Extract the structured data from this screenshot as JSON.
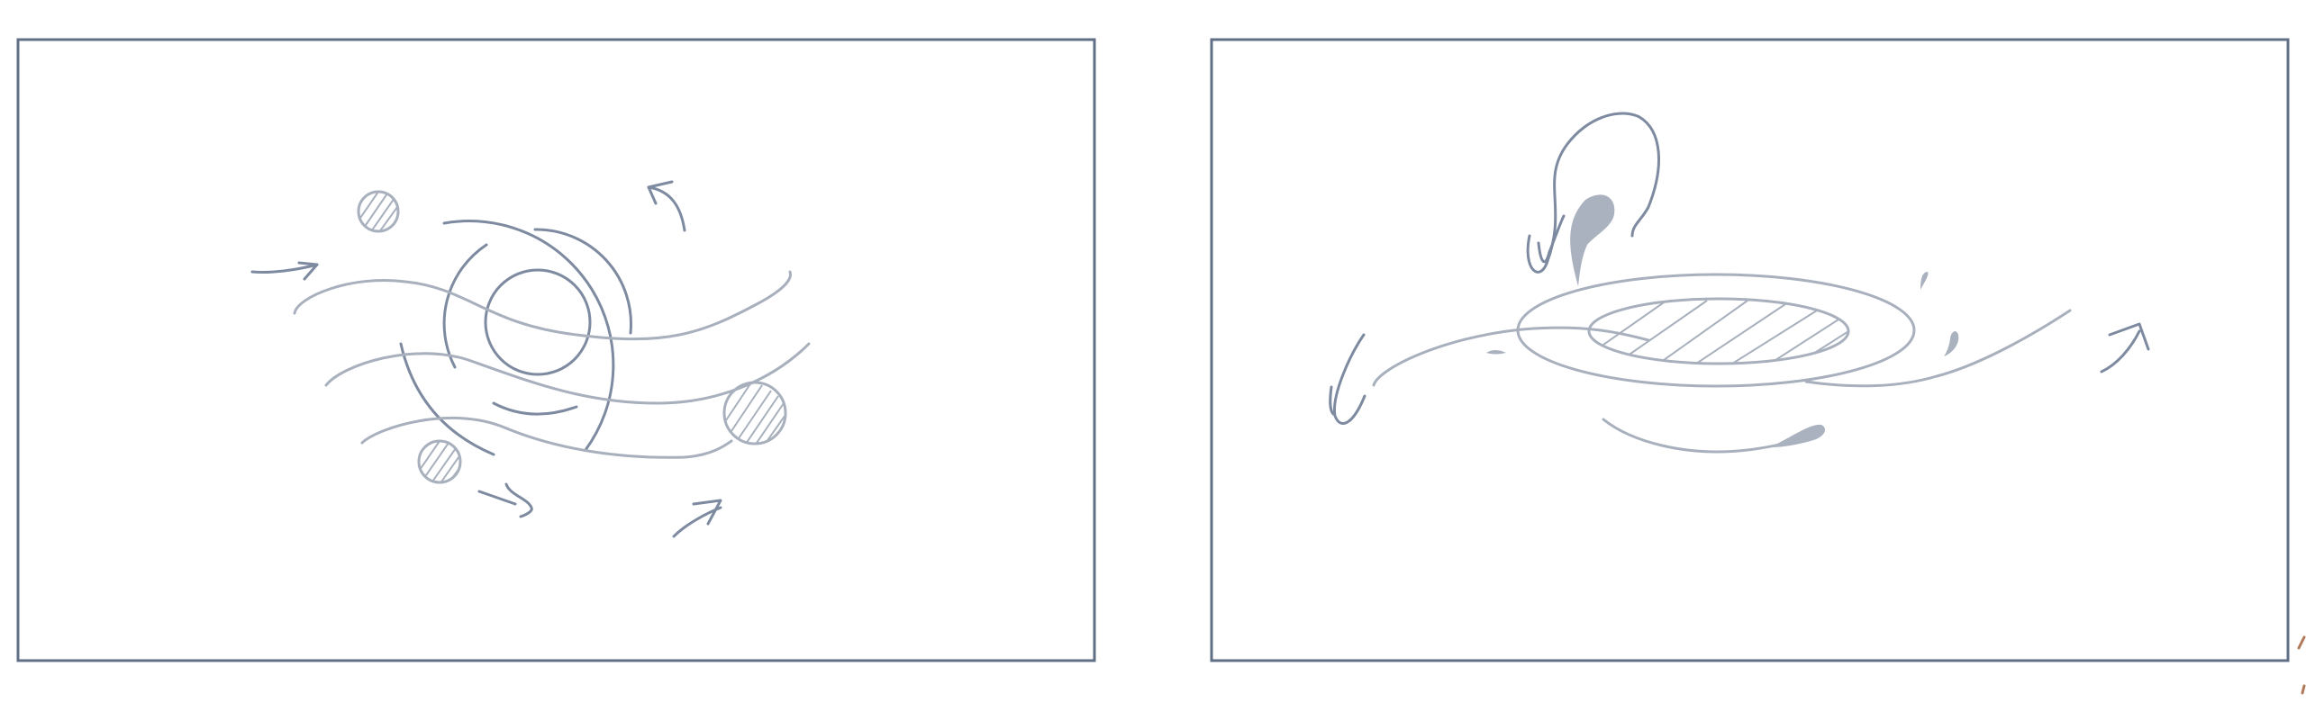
{
  "canvas": {
    "background": "#ffffff"
  },
  "colors": {
    "frame_stroke": "#5f6f85",
    "sketch_dark": "#7d8aa0",
    "sketch_light": "#a8b0bd",
    "blob_fill": "#aab2bf",
    "edge_accent": "#b07a5a"
  },
  "panels": [
    {
      "id": "left",
      "sketch": "concentric-rings-with-wavy-flow-lines"
    },
    {
      "id": "right",
      "sketch": "elliptical-disc-with-swirl-and-droplets"
    }
  ]
}
